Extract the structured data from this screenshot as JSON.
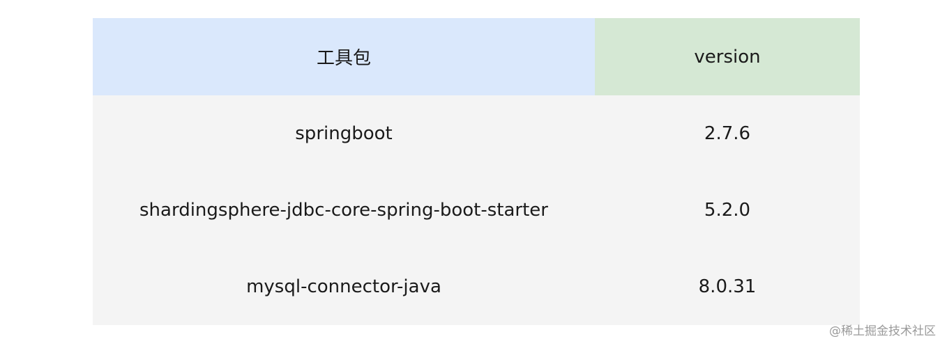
{
  "table": {
    "headers": {
      "package": "工具包",
      "version": "version"
    },
    "rows": [
      {
        "package": "springboot",
        "version": "2.7.6"
      },
      {
        "package": "shardingsphere-jdbc-core-spring-boot-starter",
        "version": "5.2.0"
      },
      {
        "package": "mysql-connector-java",
        "version": "8.0.31"
      }
    ]
  },
  "colors": {
    "header_package_bg": "#dae8fc",
    "header_version_bg": "#d5e8d4",
    "body_bg": "#f4f4f4"
  },
  "watermark": "@稀土掘金技术社区"
}
